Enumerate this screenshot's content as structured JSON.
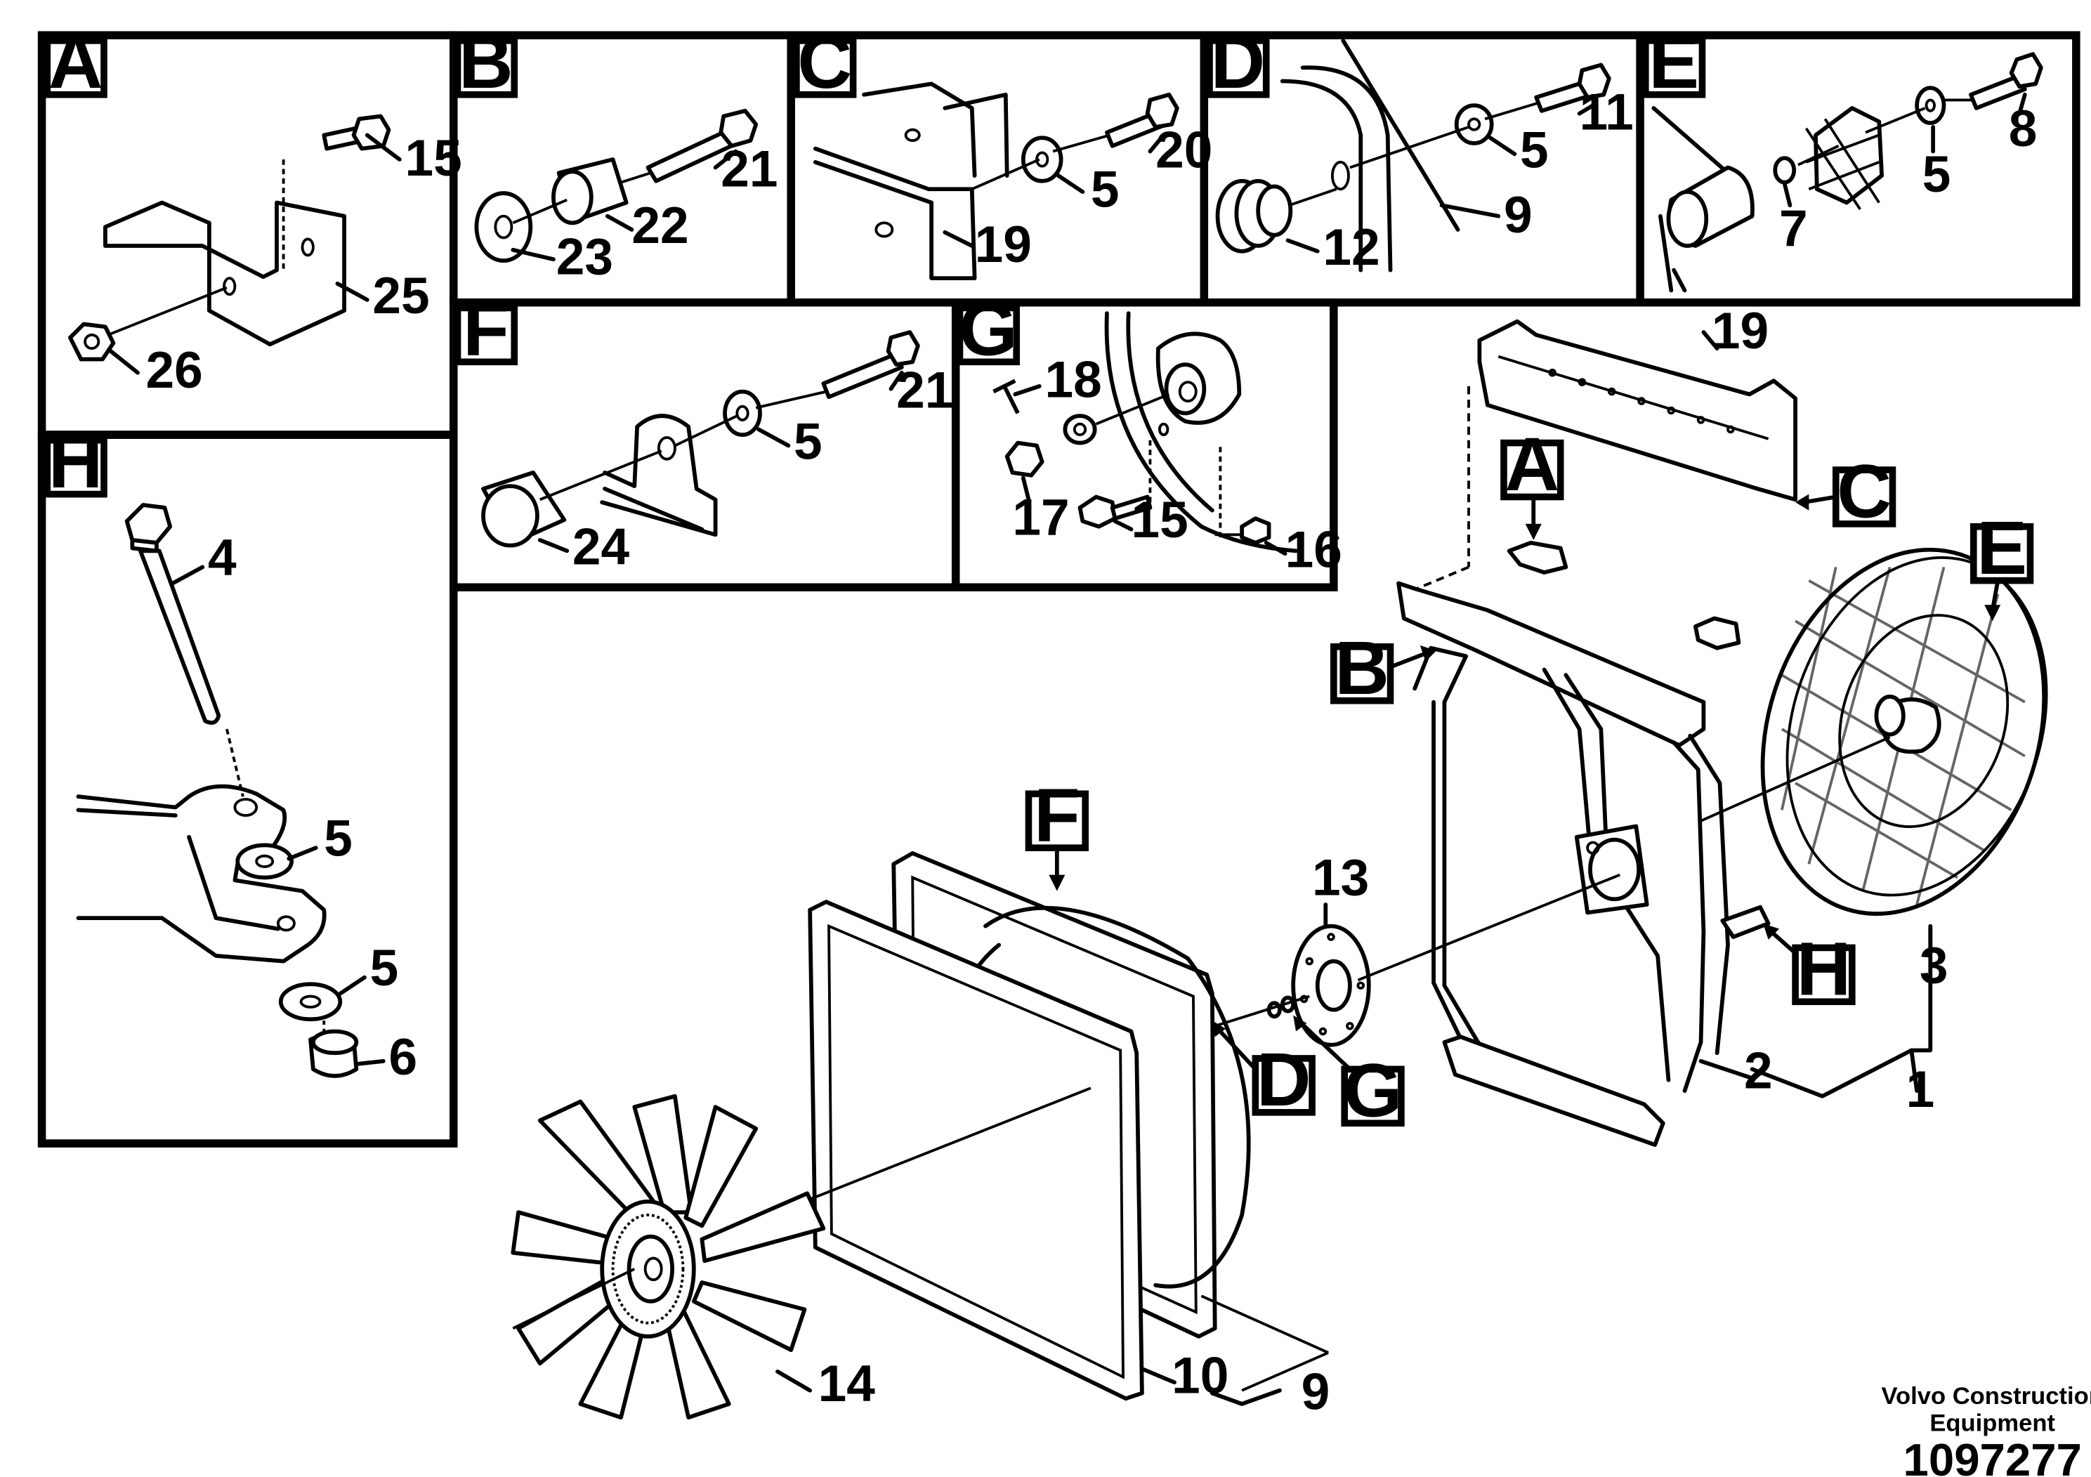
{
  "detail_letters": {
    "A": "A",
    "B": "B",
    "C": "C",
    "D": "D",
    "E": "E",
    "F": "F",
    "G": "G",
    "H": "H"
  },
  "detail_A": {
    "c15": "15",
    "c25": "25",
    "c26": "26"
  },
  "detail_B": {
    "c21": "21",
    "c22": "22",
    "c23": "23"
  },
  "detail_C": {
    "c20": "20",
    "c5": "5",
    "c19": "19"
  },
  "detail_D": {
    "c11": "11",
    "c5": "5",
    "c9": "9",
    "c12": "12"
  },
  "detail_E": {
    "c8": "8",
    "c5": "5",
    "c7": "7"
  },
  "detail_F": {
    "c21": "21",
    "c5": "5",
    "c24": "24"
  },
  "detail_G": {
    "c18": "18",
    "c17": "17",
    "c15": "15",
    "c16": "16"
  },
  "detail_H": {
    "c4": "4",
    "c5a": "5",
    "c5b": "5",
    "c6": "6"
  },
  "main": {
    "c19": "19",
    "c13": "13",
    "c3": "3",
    "c2": "2",
    "c1": "1",
    "c14": "14",
    "c10": "10",
    "c9": "9",
    "ref_A": "A",
    "ref_B": "B",
    "ref_C": "C",
    "ref_D": "D",
    "ref_E": "E",
    "ref_F": "F",
    "ref_G": "G",
    "ref_H": "H"
  },
  "footer": {
    "company_line1": "Volvo Construction",
    "company_line2": "Equipment",
    "drawing_number": "1097277"
  }
}
